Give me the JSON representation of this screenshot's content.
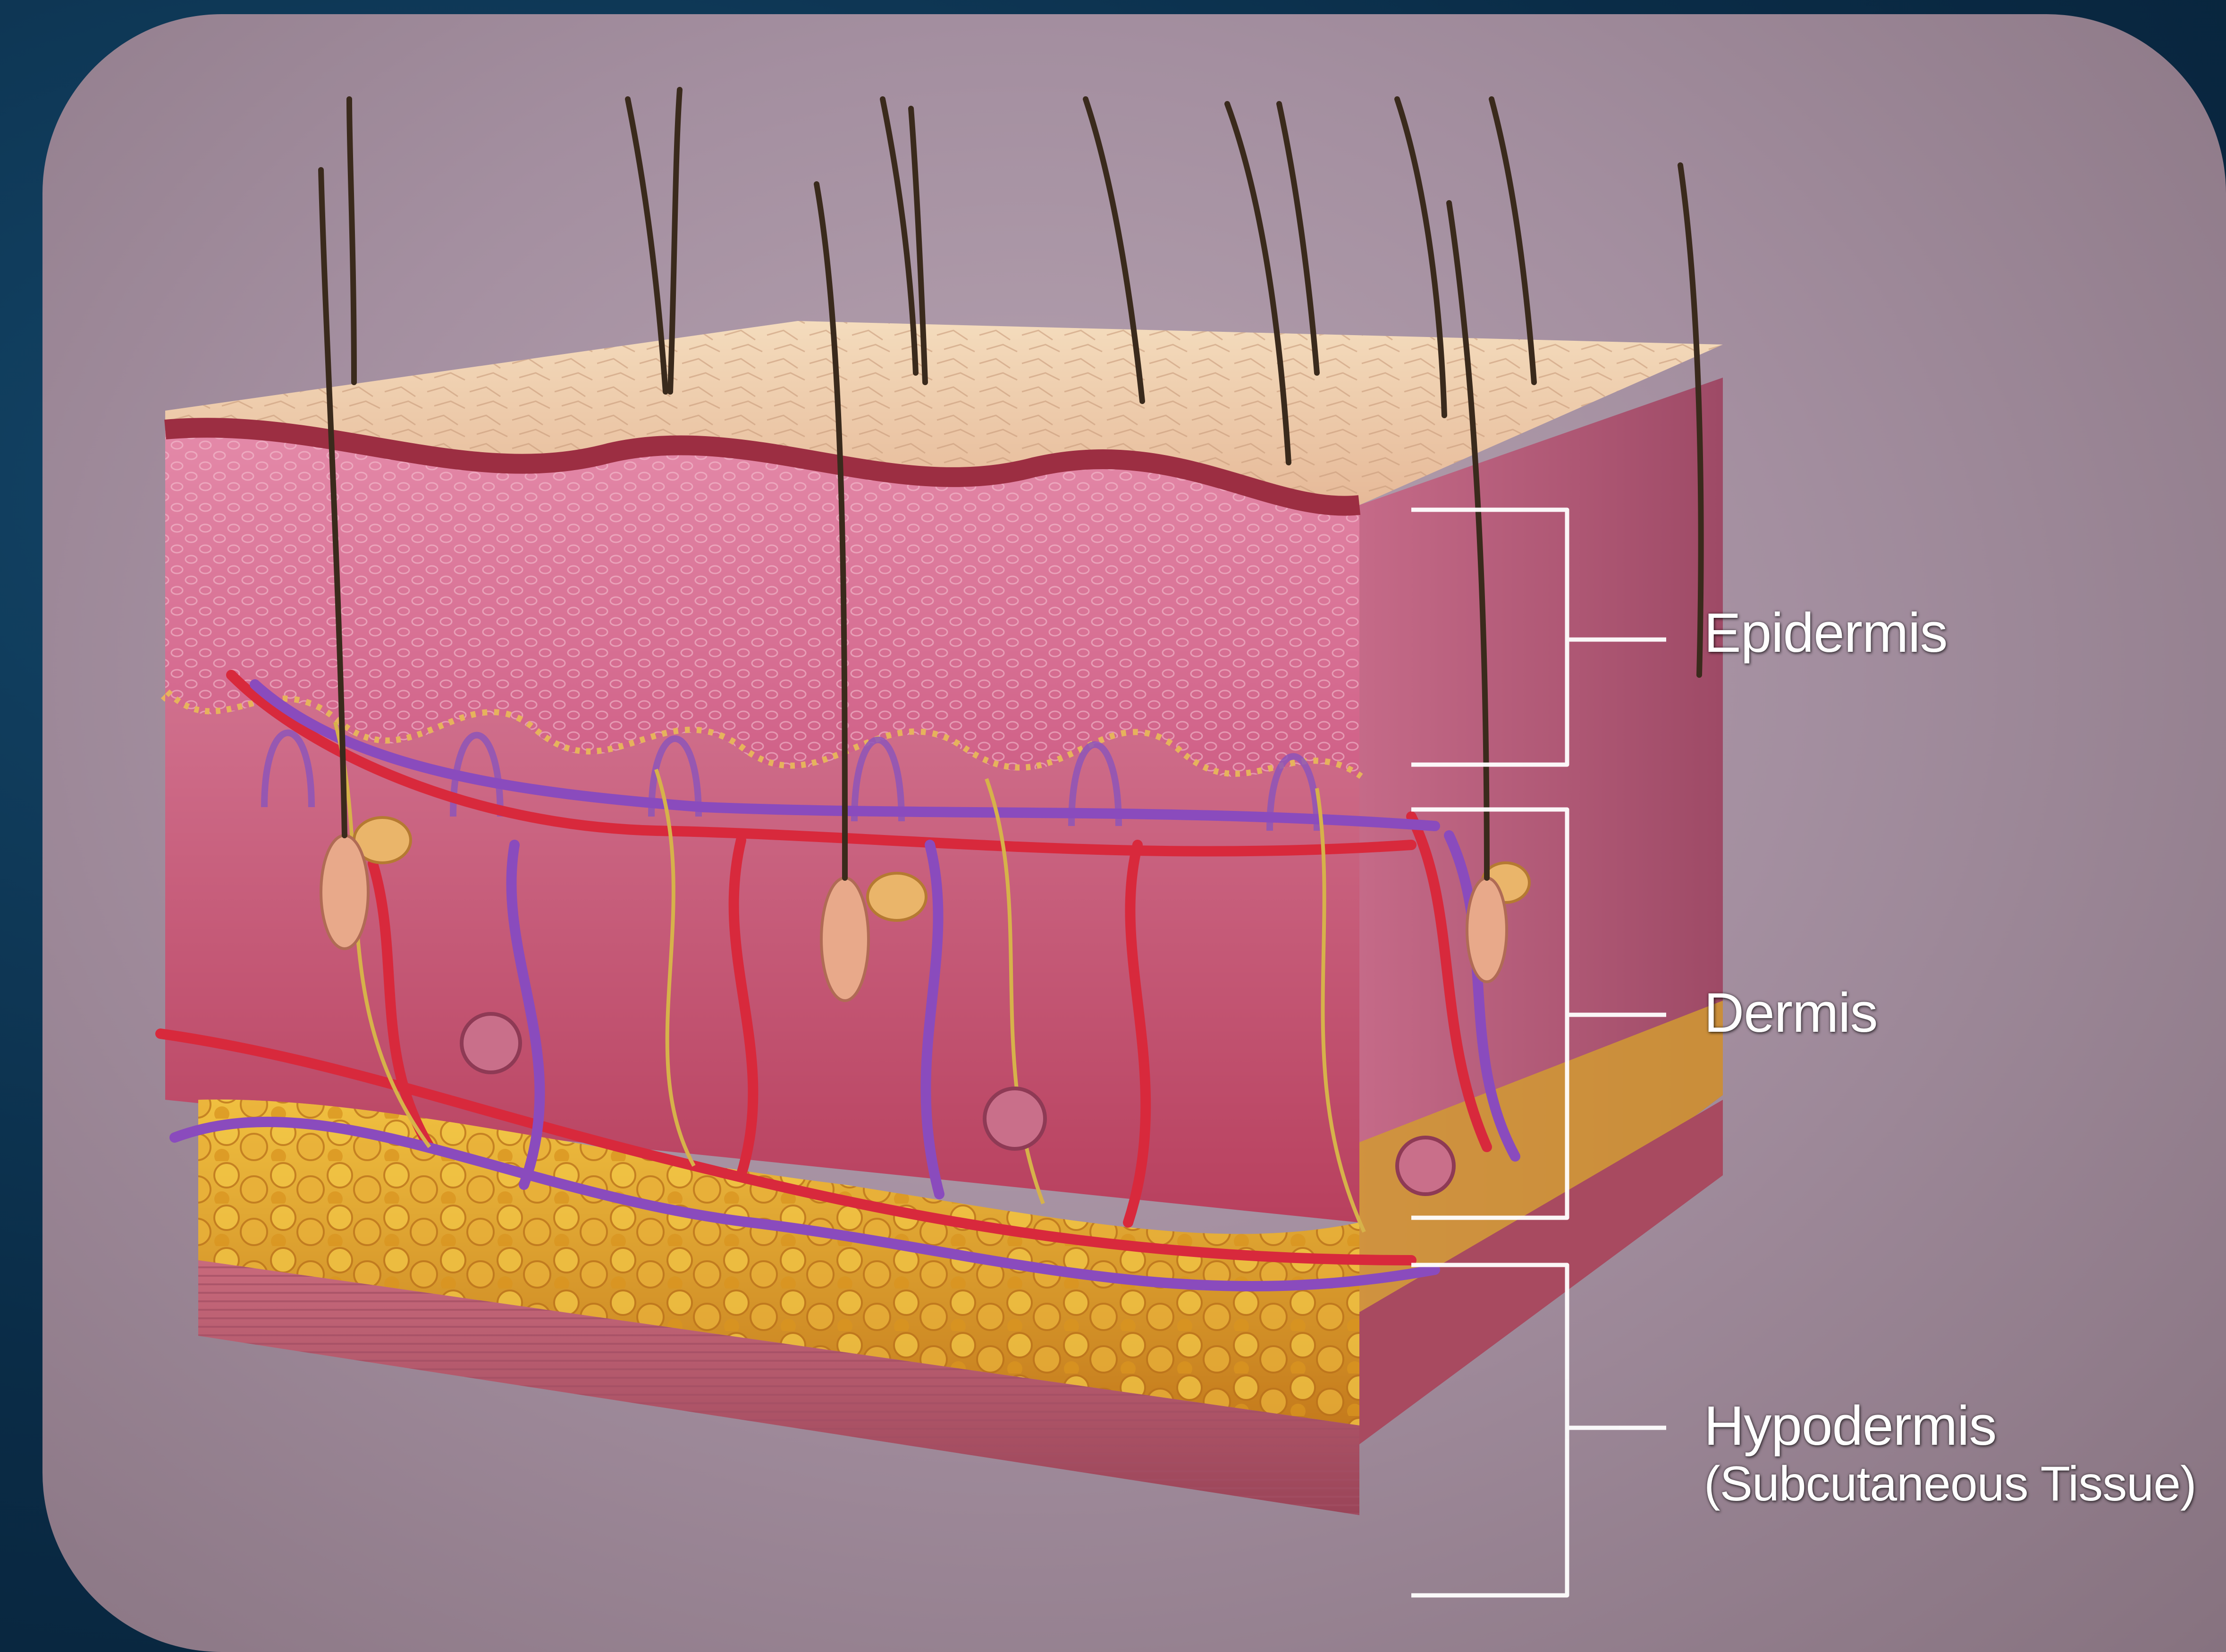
{
  "diagram": {
    "layers": [
      {
        "id": "epidermis",
        "label": "Epidermis"
      },
      {
        "id": "dermis",
        "label": "Dermis"
      },
      {
        "id": "hypodermis",
        "label": "Hypodermis",
        "sublabel": "(Subcutaneous Tissue)"
      }
    ],
    "colors": {
      "background": "#0b2f4a",
      "card": "#a48fa0",
      "skin_surface": "#efc9a8",
      "epidermis": "#d86d94",
      "dermis": "#c4506f",
      "fat": "#e0a531",
      "base": "#b8576a",
      "artery": "#d8293c",
      "vein": "#8a4bbd",
      "nerve": "#d6b24a",
      "hair": "#3a2a1c",
      "callout": "#ffffff"
    }
  }
}
